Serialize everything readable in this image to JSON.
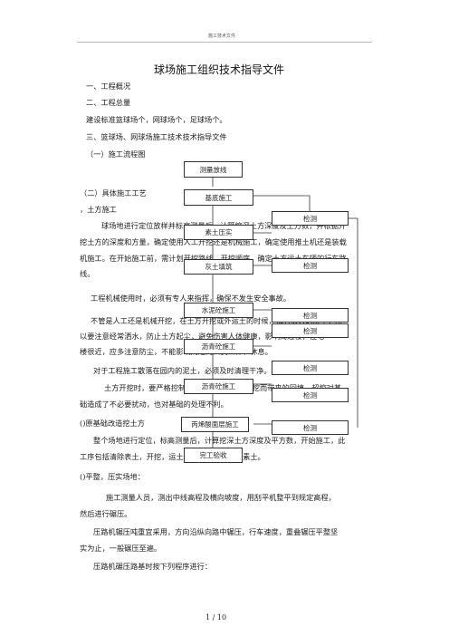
{
  "header": {
    "doc_label": "施工技术文件"
  },
  "title": "球场施工组织技术指导文件",
  "sections": {
    "s1": "一、工程概况",
    "s2": "二、工程总量",
    "s2_body": "建设标准篮球场个，网球场个，足球场个。",
    "s3": "三、篮球场、网球场施工技术技术指导文件",
    "s3_1": "（一）施工流程图",
    "s3_2": "（二）具体施工工艺",
    "earthwork": "，土方施工"
  },
  "paragraphs": [
    "球场地进行定位放样并标高测量后，计算挖深土方深度及土方数，并根据开",
    "挖土方的深度和方量，确定使用人工开挖还是机械施工，确定使用推土机还是装载",
    "机施工。在开始施工前，需计划开挖路线，开挖顺序，确定土方运土车辆的行车路",
    "线。",
    "工程机械使用时，必须有专人来指挥，确保不发生安全事故。",
    "不管是人工还是机械开挖，在土方开挖或外运土的时候，都有很大的灰尘，所",
    "以要注意经常洒水，防止土方起尘，避免伤害人体健康，影响周边楼，住宅",
    "楼很近，应多注意防尘，不能影响周边的人员工作、休息。",
    "对于工程施工散落在园内的泥土，必须及时清理干净。",
    "土方开挖时，要严格控制开挖深度，避免因超挖而带来的回填，超挖对基",
    "础造成了不必要扰动，也对基础的处理不利。",
    "()原基础改造挖土方",
    "整个场地进行定位，标高测量后，计算挖深土方深度及平方数，开始施工，此",
    "工序包括清除表土，开挖，运土，整平场地，夯实素土。",
    "()平整，压实场地：",
    "施工测量人员，测出中线高程及横向坡度，用刮平机整平到规定高程，",
    "然后进行碾压。",
    "压路机辗压吨重宜采用，方向沿纵向路中辗压，行车速度，重叠辗压平整坚",
    "实为止，一般碾压至遍。",
    "压路机碾压路基时按下列程序进行："
  ],
  "flowchart": {
    "steps": [
      "测量放线",
      "基底施工",
      "素土压实",
      "灰土填筑",
      "水泥砼施工",
      "沥青砼施工",
      "沥青砼施工",
      "丙烯酸面层施工",
      "完工验收"
    ],
    "checks": [
      "检测",
      "检测",
      "检测",
      "检测",
      "检测",
      "检测",
      "检测"
    ]
  },
  "footer": {
    "page": "1 / 10"
  }
}
